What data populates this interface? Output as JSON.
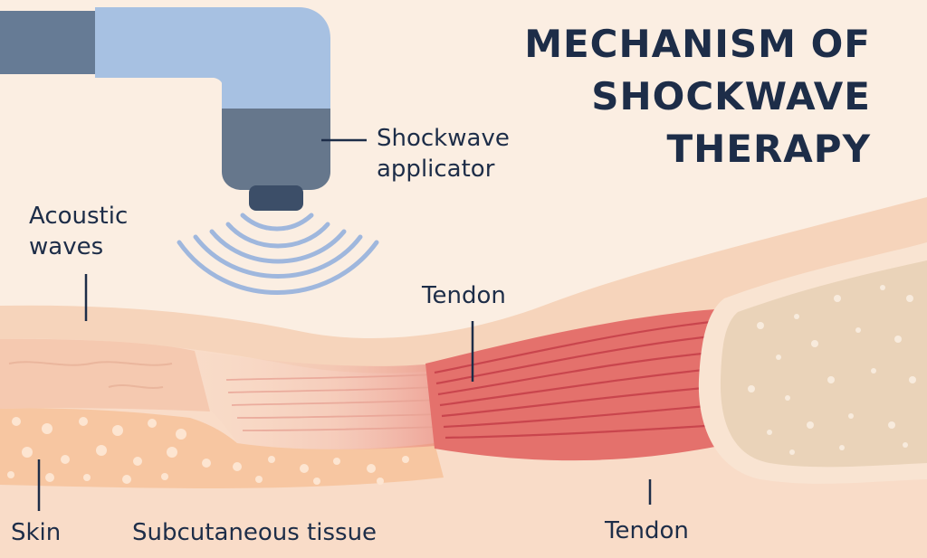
{
  "title": {
    "lines": [
      "MECHANISM OF",
      "SHOCKWAVE",
      "THERAPY"
    ]
  },
  "labels": {
    "applicator": [
      "Shockwave",
      "applicator"
    ],
    "acoustic_waves": [
      "Acoustic",
      "waves"
    ],
    "tendon_top": "Tendon",
    "tendon_bottom": "Tendon",
    "skin": "Skin",
    "subcutaneous": "Subcutaneous tissue"
  },
  "colors": {
    "background": "#fbeee2",
    "text": "#1d2d48",
    "applicator_body": "#a7c1e2",
    "applicator_grip": "#667b95",
    "applicator_head": "#66778c",
    "applicator_tip": "#3c4e68",
    "acoustic_wave": "#9fb7dd",
    "skin": "#f6d0b6",
    "subcutaneous_fat": "#f8cba9",
    "fat_dots": "#fde7d4",
    "tendon": "#e4716c",
    "tendon_fibers": "#c9454d",
    "bone": "#ead3b9",
    "bone_outline": "#f8e7d6"
  },
  "icons": {
    "applicator": "shockwave-applicator-icon",
    "waves": "acoustic-wave-arcs"
  }
}
